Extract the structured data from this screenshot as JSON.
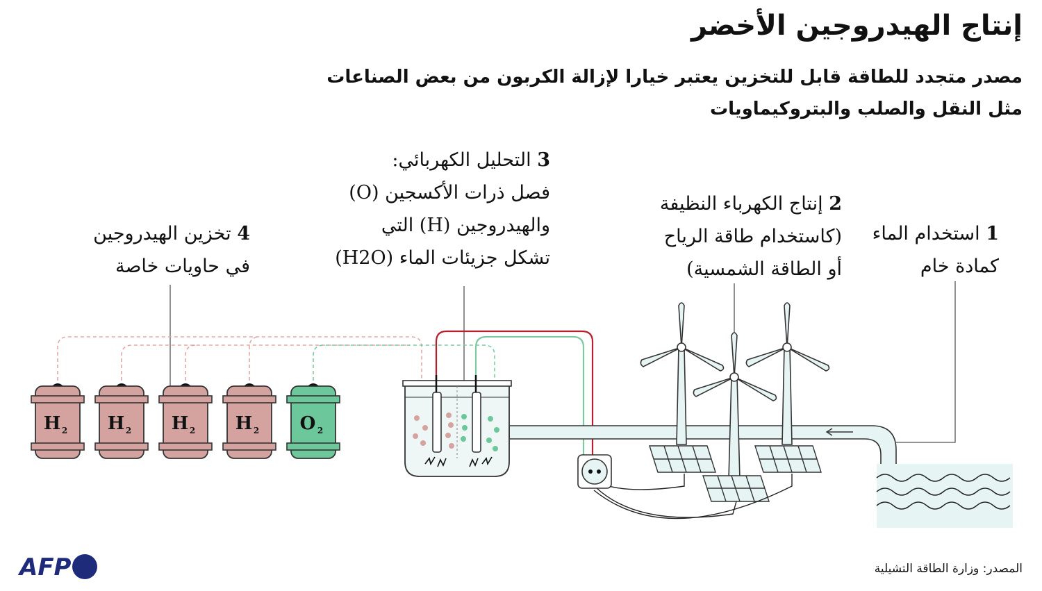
{
  "title": "إنتاج الهيدروجين الأخضر",
  "subtitle": {
    "line1": "مصدر متجدد للطاقة قابل للتخزين يعتبر خيارا لإزالة الكربون من بعض الصناعات",
    "line2": "مثل النقل والصلب والبتروكيماويات"
  },
  "steps": [
    {
      "num": "1",
      "lines": [
        "استخدام الماء",
        "كمادة خام"
      ]
    },
    {
      "num": "2",
      "lines": [
        "إنتاج الكهرباء النظيفة",
        "(كاستخدام طاقة الرياح",
        "أو الطاقة الشمسية)"
      ]
    },
    {
      "num": "3",
      "lines": [
        "التحليل الكهربائي:",
        "فصل ذرات الأكسجين (O)",
        "والهيدروجين (H) التي",
        "تشكل جزيئات الماء (H2O)"
      ]
    },
    {
      "num": "4",
      "lines": [
        "تخزين الهيدروجين",
        "في حاويات خاصة"
      ]
    }
  ],
  "tanks": [
    {
      "main": "H",
      "sub": "2",
      "kind": "hydrogen"
    },
    {
      "main": "H",
      "sub": "2",
      "kind": "hydrogen"
    },
    {
      "main": "H",
      "sub": "2",
      "kind": "hydrogen"
    },
    {
      "main": "H",
      "sub": "2",
      "kind": "hydrogen"
    },
    {
      "main": "O",
      "sub": "2",
      "kind": "oxygen"
    }
  ],
  "colors": {
    "hydrogen_tank": "#d4a3a0",
    "oxygen_tank": "#6cc79a",
    "hydrogen_line": "#e0a9a8",
    "oxygen_line": "#7fc9a2",
    "red_wire": "#b5202e",
    "green_wire": "#7fc9a2",
    "water_pipe": "#e6f4f3",
    "logo": "#1e2a7a"
  },
  "source": "المصدر: وزارة الطاقة التشيلية",
  "logo": "AFP"
}
